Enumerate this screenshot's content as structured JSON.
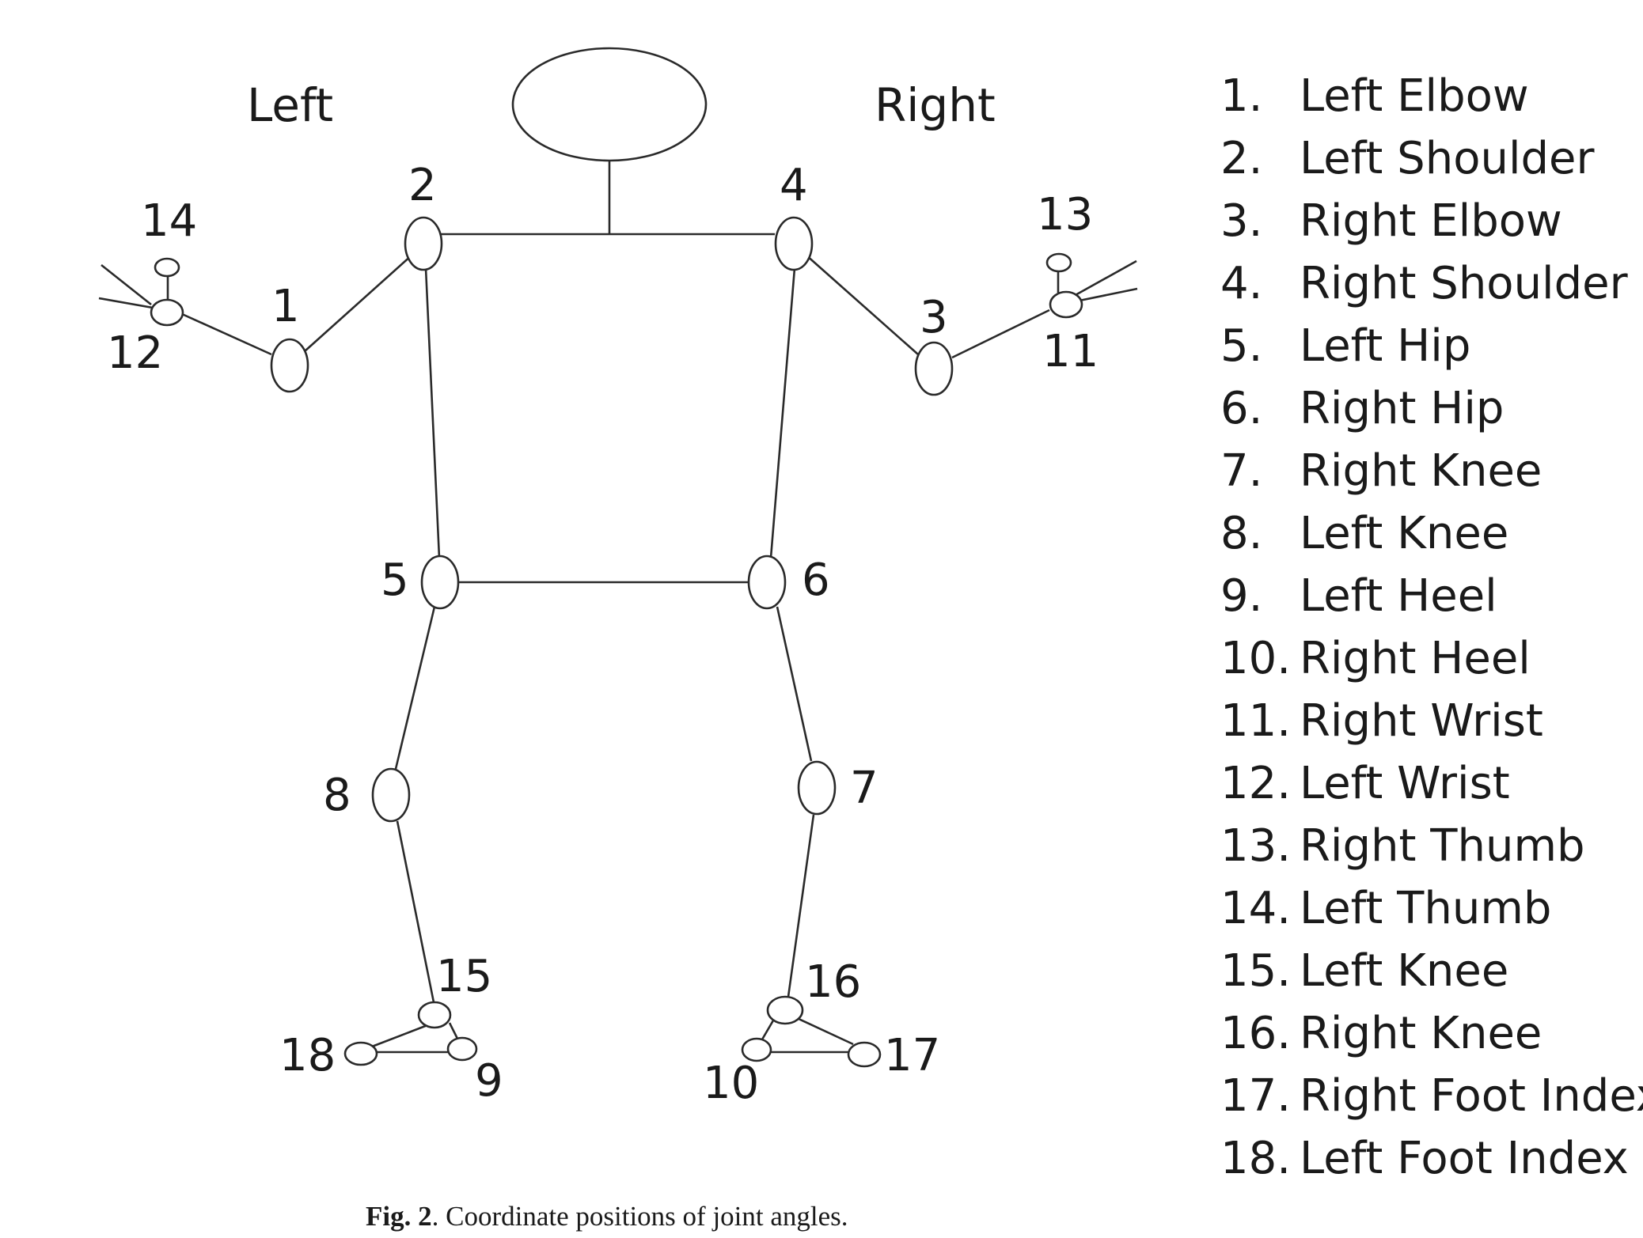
{
  "diagram": {
    "side_left": "Left",
    "side_right": "Right",
    "joint_numbers": [
      "1",
      "2",
      "3",
      "4",
      "5",
      "6",
      "7",
      "8",
      "9",
      "10",
      "11",
      "12",
      "13",
      "14",
      "15",
      "16",
      "17",
      "18"
    ]
  },
  "legend": [
    {
      "num": "1.",
      "name": "Left Elbow"
    },
    {
      "num": "2.",
      "name": "Left Shoulder"
    },
    {
      "num": "3.",
      "name": "Right Elbow"
    },
    {
      "num": "4.",
      "name": "Right Shoulder"
    },
    {
      "num": "5.",
      "name": "Left Hip"
    },
    {
      "num": "6.",
      "name": "Right Hip"
    },
    {
      "num": "7.",
      "name": "Right Knee"
    },
    {
      "num": "8.",
      "name": "Left Knee"
    },
    {
      "num": "9.",
      "name": "Left Heel"
    },
    {
      "num": "10.",
      "name": "Right Heel"
    },
    {
      "num": "11.",
      "name": "Right Wrist"
    },
    {
      "num": "12.",
      "name": "Left Wrist"
    },
    {
      "num": "13.",
      "name": "Right Thumb"
    },
    {
      "num": "14.",
      "name": "Left Thumb"
    },
    {
      "num": "15.",
      "name": "Left Knee"
    },
    {
      "num": "16.",
      "name": "Right Knee"
    },
    {
      "num": "17.",
      "name": "Right Foot Index"
    },
    {
      "num": "18.",
      "name": "Left Foot Index"
    }
  ],
  "caption": {
    "label": "Fig. 2",
    "text": ".  Coordinate positions of joint angles."
  }
}
